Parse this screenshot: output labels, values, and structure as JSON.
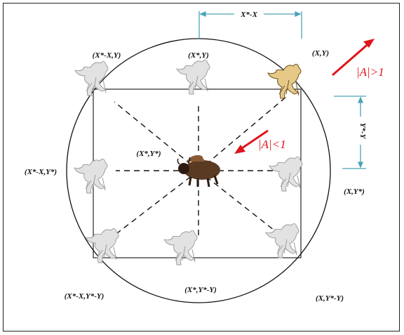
{
  "labels": {
    "top_dim": "X*-X",
    "right_dim": "Y*-Y",
    "abs_gt": "|A|>1",
    "abs_lt": "|A|<1",
    "tl": "(X*-X,Y)",
    "tm": "(X*,Y)",
    "tr": "(X,Y)",
    "ml": "(X*-X,Y*)",
    "center": "(X*,Y*)",
    "mr": "(X,Y*)",
    "bl": "(X*-X,Y*-Y)",
    "bm": "(X*,Y*-Y)",
    "br": "(X,Y*-Y)"
  },
  "colors": {
    "accent_red": "#e0141b",
    "dim_line": "#4aa3b8",
    "wolf_ghost": "#dedede",
    "wolf_active": "#e6c887",
    "bison": "#5b3a24"
  },
  "icons": {
    "prey": "bison-icon",
    "hunter": "wolf-icon"
  }
}
